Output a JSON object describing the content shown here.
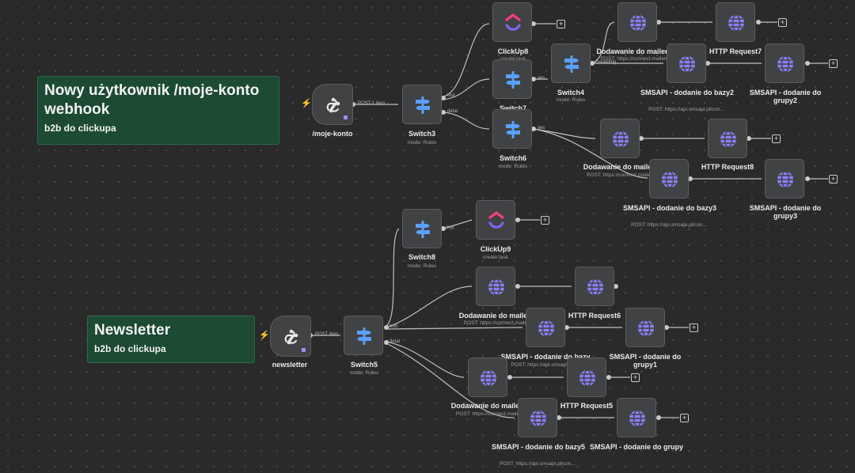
{
  "colors": {
    "canvas": "#2a2a2b",
    "node": "#414244",
    "wire": "#bfbfbf",
    "sticky": "#1c4a32",
    "globe": "#8b7ff5",
    "switch": "#5aa0ff"
  },
  "sticky_top": {
    "title": "Nowy użytkownik /moje-konto webhook",
    "subtitle": "b2b do clickupa"
  },
  "sticky_bottom": {
    "title": "Newsletter",
    "subtitle": "b2b do clickupa"
  },
  "nodes": {
    "moje_konto": {
      "label": "/moje-konto",
      "icon": "webhook-icon"
    },
    "switch3": {
      "label": "Switch3",
      "sub": "mode: Rules",
      "icon": "switch-icon"
    },
    "clickup8": {
      "label": "ClickUp8",
      "sub": "create:task",
      "icon": "clickup-icon"
    },
    "switch7": {
      "label": "Switch7",
      "icon": "switch-icon"
    },
    "switch6": {
      "label": "Switch6",
      "sub": "mode: Rules",
      "icon": "switch-icon"
    },
    "switch4": {
      "label": "Switch4",
      "sub": "mode: Rules",
      "icon": "switch-icon"
    },
    "dodawanie_top": {
      "label": "Dodawanie do mailerlite",
      "sub": "POST: https://connect.mailerlit...",
      "icon": "globe-icon"
    },
    "http7": {
      "label": "HTTP Request7",
      "icon": "globe-icon"
    },
    "smsapi_bazy2": {
      "label": "SMSAPI - dodanie do bazy2",
      "sub": "POST: https://api.smsapi.pl/con...",
      "icon": "globe-icon"
    },
    "smsapi_grupy2": {
      "label": "SMSAPI - dodanie do grupy2",
      "icon": "globe-icon"
    },
    "dodawanie_mid": {
      "label": "Dodawanie do mailerl",
      "sub": "POST: https://connect.mailerl",
      "icon": "globe-icon"
    },
    "http8": {
      "label": "HTTP Request8",
      "icon": "globe-icon"
    },
    "smsapi_bazy3": {
      "label": "SMSAPI - dodanie do bazy3",
      "sub": "POST: https://api.smsapi.pl/con...",
      "icon": "globe-icon"
    },
    "smsapi_grupy3": {
      "label": "SMSAPI - dodanie do grupy3",
      "icon": "globe-icon"
    },
    "switch8": {
      "label": "Switch8",
      "sub": "mode: Rules",
      "icon": "switch-icon"
    },
    "clickup9": {
      "label": "ClickUp9",
      "sub": "create:task",
      "icon": "clickup-icon"
    },
    "newsletter": {
      "label": "newsletter",
      "icon": "webhook-icon"
    },
    "switch5": {
      "label": "Switch5",
      "sub": "mode: Rules",
      "icon": "switch-icon"
    },
    "dodawanie_n1": {
      "label": "Dodawanie do mailerl",
      "sub": "POST: https://connect.maile",
      "icon": "globe-icon"
    },
    "http6": {
      "label": "HTTP Request6",
      "icon": "globe-icon"
    },
    "smsapi_bazy": {
      "label": "SMSAPI - dodanie do bazy",
      "sub": "POST: https://api.smsapi.pl/co",
      "icon": "globe-icon"
    },
    "smsapi_grupy1": {
      "label": "SMSAPI - dodanie do grupy1",
      "icon": "globe-icon"
    },
    "dodawanie_n2": {
      "label": "Dodawanie do mailerl",
      "sub": "POST: https://connect.maile",
      "icon": "globe-icon"
    },
    "http5": {
      "label": "HTTP Request5",
      "icon": "globe-icon"
    },
    "smsapi_bazy5": {
      "label": "SMSAPI - dodanie do bazy5",
      "sub": "POST: https://api.smsapi.pl/con...",
      "icon": "globe-icon"
    },
    "smsapi_grupy": {
      "label": "SMSAPI - dodanie do grupy",
      "icon": "globe-icon"
    }
  },
  "port_labels": {
    "post_top": "POST 1 item",
    "test1": "test",
    "detal1": "detal",
    "yes1": "yes",
    "marketing": "marketing",
    "yes2": "yes",
    "test2": "test",
    "post_bottom": "POST item",
    "hurt": "hurt",
    "detal2": "detal"
  }
}
